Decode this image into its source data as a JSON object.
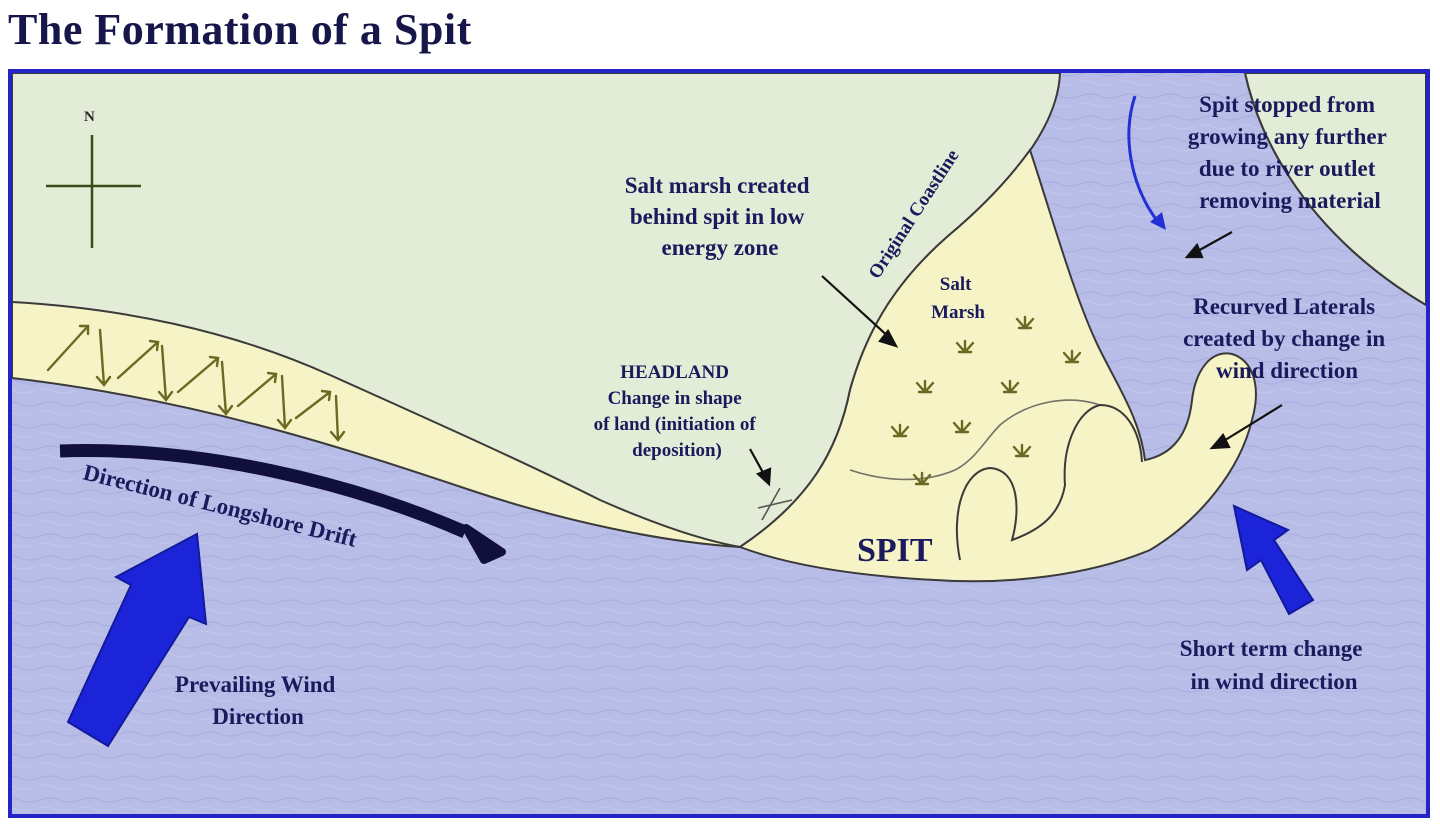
{
  "title": "The Formation of a Spit",
  "compass": {
    "north": "N"
  },
  "labels": {
    "salt_marsh_created": [
      "Salt marsh created",
      "behind spit in low",
      "energy zone"
    ],
    "original_coastline": "Original Coastline",
    "salt_marsh": [
      "Salt",
      "Marsh"
    ],
    "spit_stopped": [
      "Spit stopped from",
      "growing any further",
      "due to river outlet",
      "removing material"
    ],
    "recurved_laterals": [
      "Recurved Laterals",
      "created by change in",
      "wind direction"
    ],
    "headland": [
      "HEADLAND",
      "Change in shape",
      "of land (initiation of",
      "deposition)"
    ],
    "longshore_drift": "Direction of Longshore Drift",
    "spit": "SPIT",
    "prevailing_wind": [
      "Prevailing Wind",
      "Direction"
    ],
    "short_term_change": [
      "Short term change",
      "in wind direction"
    ]
  },
  "colors": {
    "land": "#e3ecd6",
    "sea": "#b8bde8",
    "sand": "#f6f3c6",
    "frame": "#2323c8",
    "wind_arrow": "#1b24d8",
    "drift_arrow": "#10103a",
    "text": "#1a1a5c"
  },
  "icons": [
    "compass-cross-icon",
    "longshore-drift-arrow-icon",
    "prevailing-wind-arrow-icon",
    "short-term-wind-arrow-icon",
    "river-flow-arrow-icon",
    "marsh-plant-icon"
  ]
}
